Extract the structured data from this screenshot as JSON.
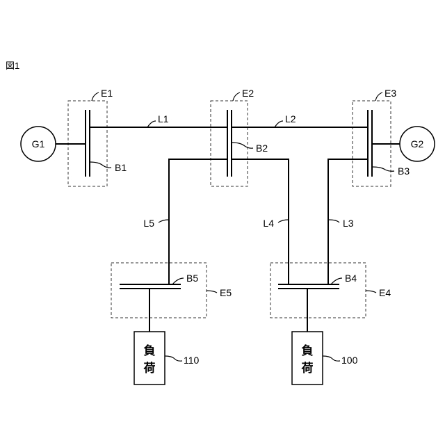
{
  "figure": {
    "title": "図1"
  },
  "generators": {
    "g1": "G1",
    "g2": "G2"
  },
  "buses": {
    "b1": "B1",
    "b2": "B2",
    "b3": "B3",
    "b4": "B4",
    "b5": "B5"
  },
  "lines": {
    "l1": "L1",
    "l2": "L2",
    "l3": "L3",
    "l4": "L4",
    "l5": "L5"
  },
  "areas": {
    "e1": "E1",
    "e2": "E2",
    "e3": "E3",
    "e4": "E4",
    "e5": "E5"
  },
  "loads": [
    {
      "text": [
        "負",
        "荷"
      ],
      "ref": "110"
    },
    {
      "text": [
        "負",
        "荷"
      ],
      "ref": "100"
    }
  ]
}
